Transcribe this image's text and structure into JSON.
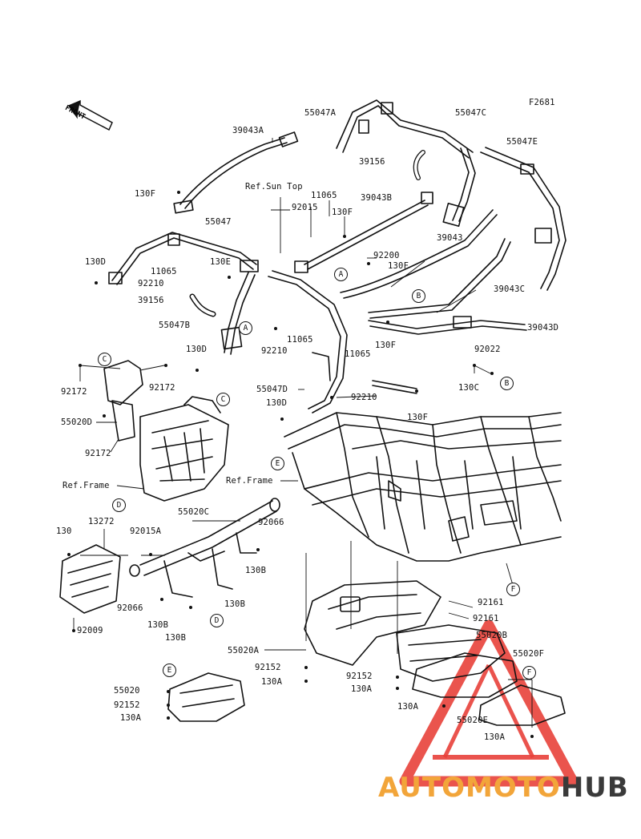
{
  "figure_code": "F2681",
  "front_arrow": {
    "label": "FRONT",
    "icon": "front-arrow-icon"
  },
  "watermark": {
    "word_a": "AUTOMOTO",
    "word_b": "HUB",
    "icon": "warning-triangle-logo-icon",
    "colors": {
      "triangle": "#e8413a",
      "word_a": "#f2a53a",
      "word_b": "#3a3a3a"
    }
  },
  "callouts": [
    "A",
    "A",
    "B",
    "B",
    "C",
    "C",
    "D",
    "D",
    "E",
    "E",
    "F",
    "F"
  ],
  "parts": {
    "p39043A": "39043A",
    "p55047A": "55047A",
    "p55047C": "55047C",
    "p55047E": "55047E",
    "p39156a": "39156",
    "p130F1": "130F",
    "refSunTop": "Ref.Sun Top",
    "p11065a": "11065",
    "p39043B": "39043B",
    "p92015": "92015",
    "p130F2": "130F",
    "p55047": "55047",
    "p39043": "39043",
    "p92200": "92200",
    "p130F3": "130F",
    "p130D1": "130D",
    "p11065b": "11065",
    "p130E": "130E",
    "p92210a": "92210",
    "p39043C": "39043C",
    "p39156b": "39156",
    "p55047B": "55047B",
    "p39043D": "39043D",
    "p11065c": "11065",
    "p130F4": "130F",
    "p92210b": "92210",
    "p130D2": "130D",
    "p92022": "92022",
    "p11065d": "11065",
    "p130C": "130C",
    "p92172a": "92172",
    "p92172b": "92172",
    "p55047D": "55047D",
    "p92210c": "92210",
    "p130D3": "130D",
    "p130F5": "130F",
    "p55020D": "55020D",
    "p92172c": "92172",
    "refFrame1": "Ref.Frame",
    "refFrame2": "Ref.Frame",
    "p55020C": "55020C",
    "p92066a": "92066",
    "p130a": "130",
    "p13272": "13272",
    "p92015A": "92015A",
    "p130B1": "130B",
    "p92066b": "92066",
    "p130B2": "130B",
    "p130B3": "130B",
    "p130B4": "130B",
    "p92009": "92009",
    "p92161a": "92161",
    "p92161b": "92161",
    "p55020A": "55020A",
    "p55020B": "55020B",
    "p55020F": "55020F",
    "p92152a": "92152",
    "p130A1": "130A",
    "p92152b": "92152",
    "p130A2": "130A",
    "p55020": "55020",
    "p92152c": "92152",
    "p130A3": "130A",
    "p130A4": "130A",
    "p55020E": "55020E",
    "p130A5": "130A"
  }
}
